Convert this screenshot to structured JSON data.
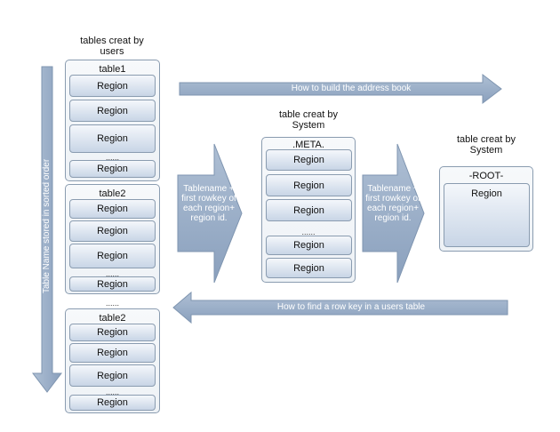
{
  "labels": {
    "user_tables": "tables creat by users",
    "meta_table": "table creat by System",
    "root_table": "table creat by System"
  },
  "arrows": {
    "build": "How to build the address book",
    "find": "How to find a row key in a users table",
    "sorted": "Table Name stored in sorted order",
    "chevron_left": "Tablename + first rowkey of each region+ region id.",
    "chevron_right": "Tablename + first rowkey of each region+ region id."
  },
  "user_groups": [
    {
      "title": "table1",
      "regions": [
        "Region",
        "Region",
        "Region",
        "Region"
      ],
      "ellipsis": "......"
    },
    {
      "title": "table2",
      "regions": [
        "Region",
        "Region",
        "Region",
        "Region"
      ],
      "ellipsis": "......"
    },
    {
      "title": "table2",
      "regions": [
        "Region",
        "Region",
        "Region",
        "Region"
      ],
      "ellipsis": "......"
    }
  ],
  "between_groups": "......",
  "meta": {
    "title": ".META.",
    "regions": [
      "Region",
      "Region",
      "Region",
      "Region",
      "Region"
    ],
    "ellipsis": "......"
  },
  "root": {
    "title": "-ROOT-",
    "region": "Region"
  },
  "colors": {
    "arrow_fill": "#97abc6",
    "arrow_stroke": "#7f95b0",
    "border": "#8a9cb0"
  }
}
